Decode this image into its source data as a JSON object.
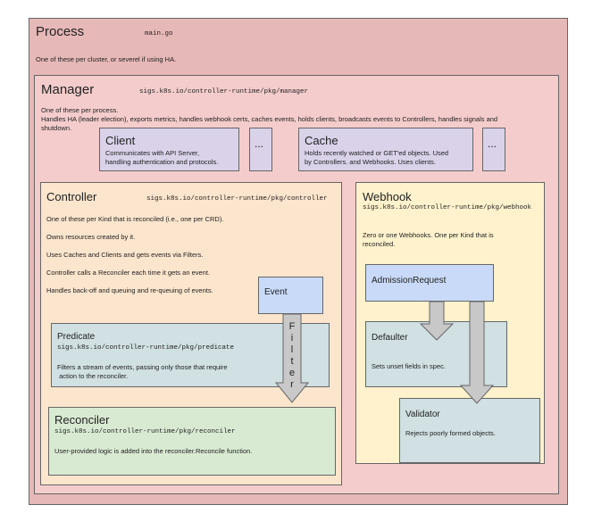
{
  "process": {
    "title": "Process",
    "path": "main.go",
    "desc": "One of these per cluster, or severel if using HA."
  },
  "manager": {
    "title": "Manager",
    "path": "sigs.k8s.io/controller-runtime/pkg/manager",
    "desc_lines": [
      "One of these per process.",
      "Handles HA (leader election), exports metrics, handles webhook certs, caches events, holds clients, broadcasts events to Controllers, handles signals and",
      "shutdown."
    ]
  },
  "client": {
    "title": "Client",
    "desc_lines": [
      "Communicates with API Server,",
      "handling authentication and protocols."
    ],
    "more": "..."
  },
  "cache": {
    "title": "Cache",
    "desc_lines": [
      "Holds recently watched or GET'ed objects.   Used",
      "by Controllers. and Webhooks.  Uses clients."
    ],
    "more": "..."
  },
  "controller": {
    "title": "Controller",
    "path": "sigs.k8s.io/controller-runtime/pkg/controller",
    "lines": [
      "One of these per Kind that is reconciled (i.e., one per CRD).",
      "Owns resources created by it.",
      "Uses Caches and Clients and gets events via Filters.",
      "Controller calls a Reconciler each time it gets an event.",
      "Handles back-off and queuing and re-queuing of events."
    ]
  },
  "event": {
    "title": "Event"
  },
  "filter": {
    "letters": [
      "F",
      "i",
      "l",
      "t",
      "e",
      "r"
    ]
  },
  "predicate": {
    "title": "Predicate",
    "path": "sigs.k8s.io/controller-runtime/pkg/predicate",
    "desc_lines": [
      "Filters a stream of events, passing only those that require",
      " action to the reconciler."
    ]
  },
  "reconciler": {
    "title": "Reconciler",
    "path": "sigs.k8s.io/controller-runtime/pkg/reconciler",
    "desc": "User-provided logic is added into the reconciler.Reconcile function."
  },
  "webhook": {
    "title": "Webhook",
    "path": "sigs.k8s.io/controller-runtime/pkg/webhook",
    "desc_lines": [
      "Zero or one Webhooks.  One per Kind that is",
      "reconciled."
    ]
  },
  "admission": {
    "title": "AdmissionRequest"
  },
  "defaulter": {
    "title": "Defaulter",
    "desc": "Sets unset fields in spec."
  },
  "validator": {
    "title": "Validator",
    "desc": "Rejects poorly formed objects."
  },
  "colors": {
    "process_bg": "#e6b8b7",
    "manager_bg": "#f4cccc",
    "client_bg": "#d9d2e9",
    "controller_bg": "#fce5cd",
    "webhook_bg": "#fff2cc",
    "blue_bg": "#c9daf8",
    "teal_bg": "#d0e0e3",
    "green_bg": "#d9ead3",
    "arrow": "#c8c8c8"
  }
}
